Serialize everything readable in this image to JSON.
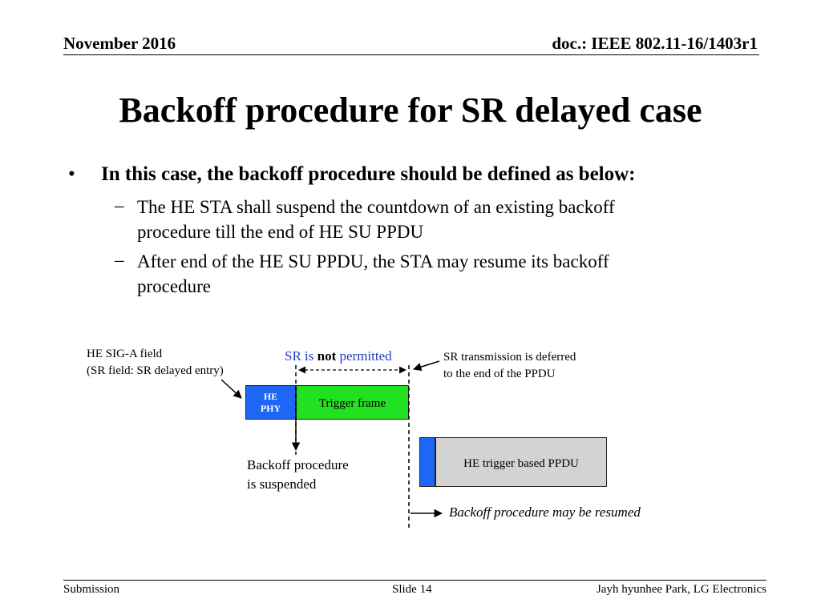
{
  "header": {
    "date": "November 2016",
    "doc_id": "doc.: IEEE 802.11-16/1403r1"
  },
  "title": "Backoff procedure for SR delayed case",
  "bullet": {
    "main": "In this case, the backoff procedure should be defined as below:",
    "subs": [
      {
        "line1": "The HE STA shall suspend the countdown of an existing backoff",
        "line2": "procedure till the end of HE SU PPDU"
      },
      {
        "line1": "After end of the HE SU PPDU, the STA may resume its backoff",
        "line2": "procedure"
      }
    ]
  },
  "diagram": {
    "sig_label_line1": "HE SIG-A field",
    "sig_label_line2": "(SR field: SR delayed entry)",
    "sr_prefix": "SR is ",
    "sr_not": "not",
    "sr_suffix": " permitted",
    "deferred_line1": "SR transmission is deferred",
    "deferred_line2": "to the end of the PPDU",
    "he_phy_line1": "HE",
    "he_phy_line2": "PHY",
    "trigger_frame": "Trigger frame",
    "tb_ppdu": "HE trigger based PPDU",
    "suspended_line1": "Backoff procedure",
    "suspended_line2": "is suspended",
    "resumed": "Backoff procedure may be resumed",
    "colors": {
      "he_phy": "#1e66f5",
      "trigger": "#22e022",
      "tb_box": "#d3d3d3",
      "sr_text": "#1f3fbf"
    }
  },
  "footer": {
    "left": "Submission",
    "center": "Slide 14",
    "right": "Jayh hyunhee Park, LG Electronics"
  }
}
